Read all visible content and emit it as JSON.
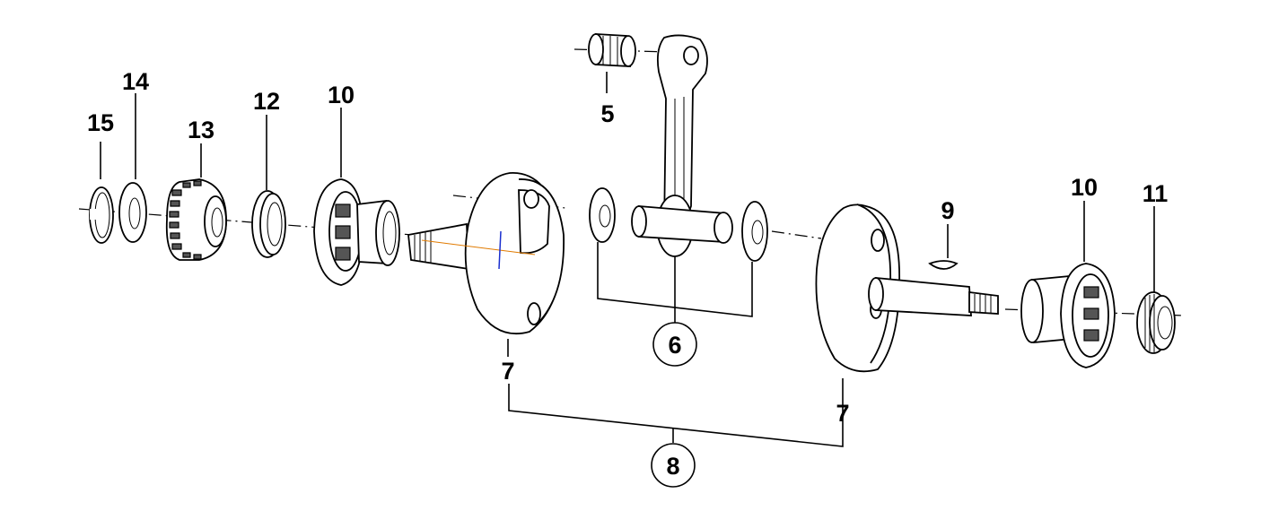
{
  "callouts": {
    "c15": "15",
    "c14": "14",
    "c13": "13",
    "c12": "12",
    "c10_left": "10",
    "c5": "5",
    "c9": "9",
    "c10_right": "10",
    "c11": "11",
    "c6": "6",
    "c7_left": "7",
    "c7_right": "7",
    "c8": "8"
  }
}
